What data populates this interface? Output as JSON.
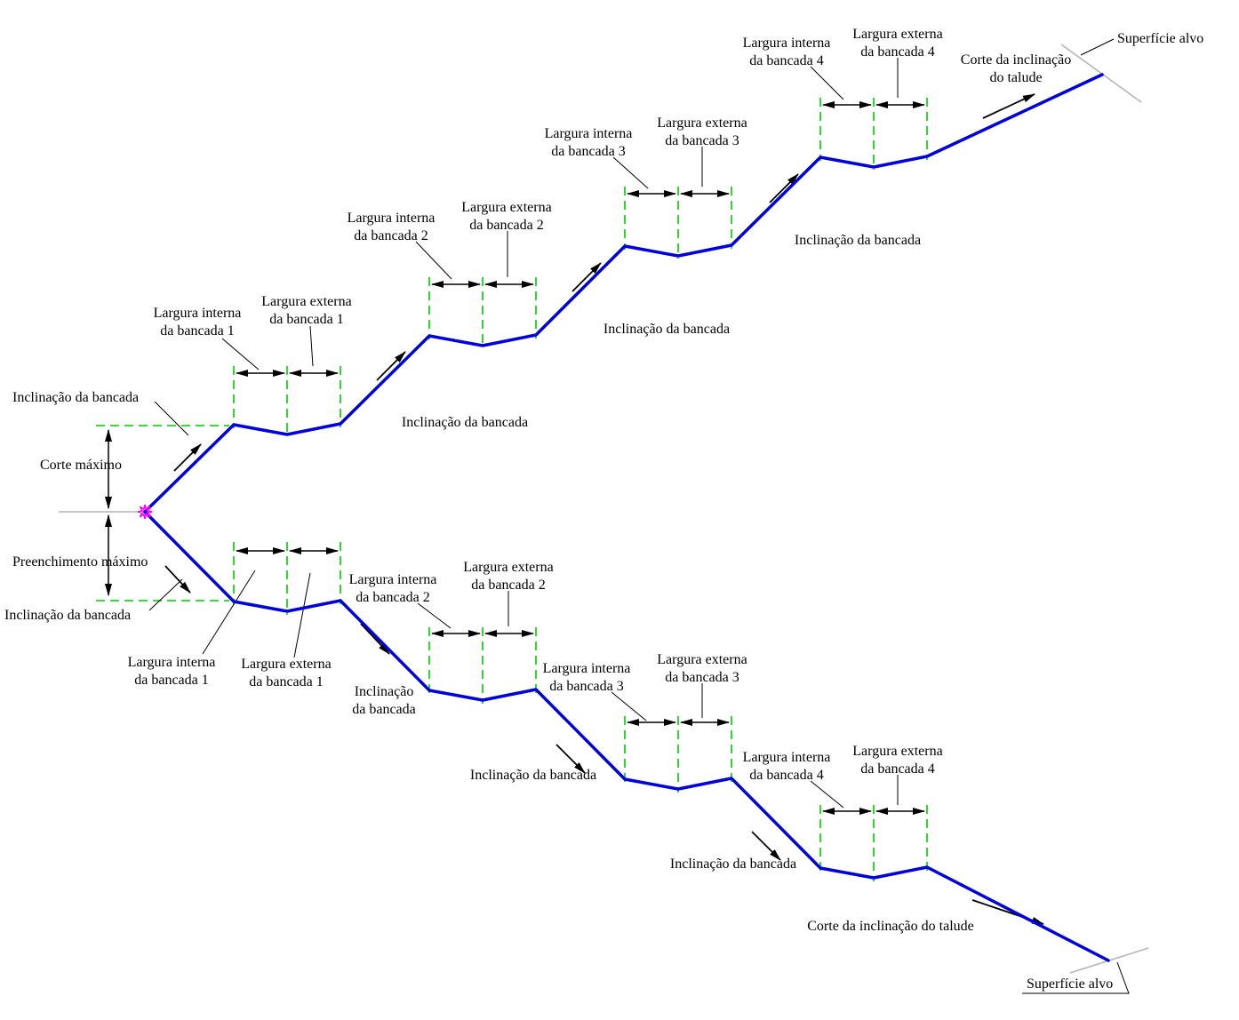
{
  "colors": {
    "profile_blue": "#0000dd",
    "guide_green": "#00cc00",
    "dimension_black": "#000000",
    "target_gray": "#b3b3b3",
    "origin_magenta": "#ff00ff"
  },
  "labels": {
    "largura_interna": "Largura interna",
    "largura_externa": "Largura externa",
    "bancada": [
      "da bancada 1",
      "da bancada 2",
      "da bancada 3",
      "da bancada 4"
    ],
    "inclinacao_da_bancada": "Inclinação da bancada",
    "inclinacao": "Inclinação",
    "da_bancada": "da bancada",
    "corte_maximo": "Corte máximo",
    "preenchimento_maximo": "Preenchimento máximo",
    "superficie_alvo": "Superfície alvo",
    "corte_da_inclinacao": "Corte da inclinação",
    "do_talude": "do talude",
    "corte_da_inclinacao_do_talude": "Corte da inclinação do talude"
  }
}
